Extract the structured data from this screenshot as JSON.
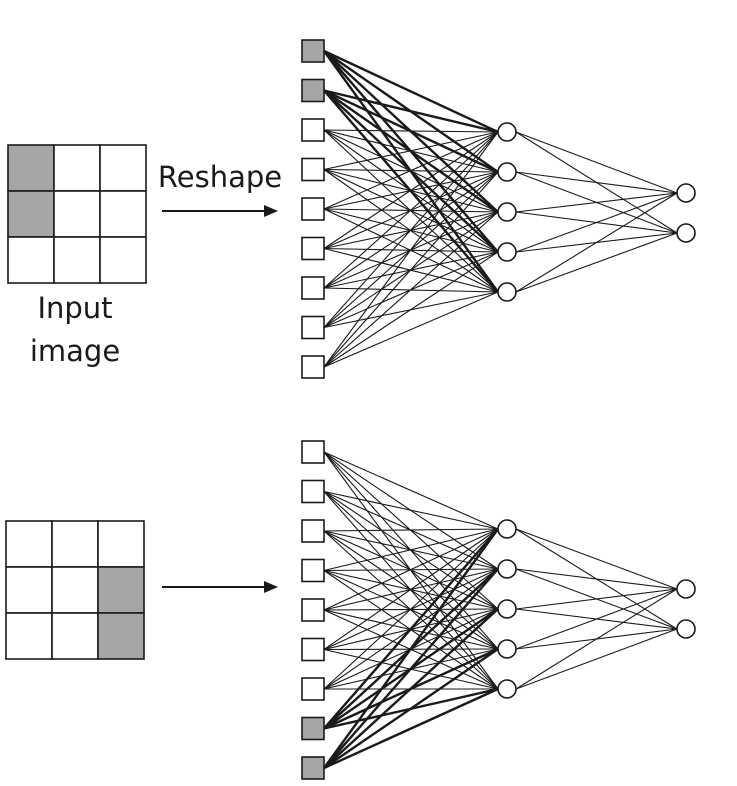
{
  "labels": {
    "reshape": "Reshape",
    "input_image_line1": "Input",
    "input_image_line2": "image"
  },
  "colors": {
    "shaded": "#a6a6a6",
    "blank": "#ffffff",
    "stroke": "#1a1a1a"
  },
  "panels": [
    {
      "name": "top",
      "grid": [
        [
          1,
          0,
          0
        ],
        [
          1,
          0,
          0
        ],
        [
          0,
          0,
          0
        ]
      ],
      "inputs": [
        1,
        1,
        0,
        0,
        0,
        0,
        0,
        0,
        0
      ],
      "hidden_count": 5,
      "output_count": 2
    },
    {
      "name": "bottom",
      "grid": [
        [
          0,
          0,
          0
        ],
        [
          0,
          0,
          1
        ],
        [
          0,
          0,
          1
        ]
      ],
      "inputs": [
        0,
        0,
        0,
        0,
        0,
        0,
        0,
        1,
        1
      ],
      "hidden_count": 5,
      "output_count": 2
    }
  ]
}
